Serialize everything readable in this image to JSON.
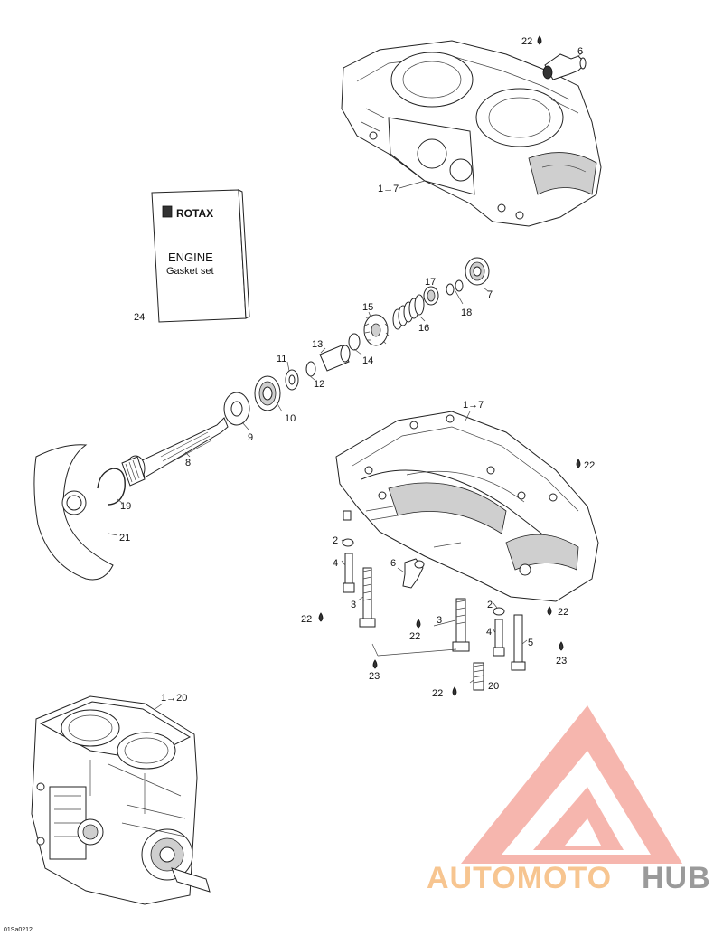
{
  "booklet": {
    "brand": "ROTAX",
    "title": "ENGINE",
    "subtitle": "Gasket set",
    "ref": "24"
  },
  "callouts": {
    "c22_top": "22",
    "c6_top": "6",
    "c1to7_top": "1→7",
    "c17": "17",
    "c7": "7",
    "c18": "18",
    "c15": "15",
    "c16": "16",
    "c13": "13",
    "c14": "14",
    "c11": "11",
    "c12": "12",
    "c10": "10",
    "c9": "9",
    "c8": "8",
    "c19": "19",
    "c21": "21",
    "c1to7_mid": "1→7",
    "c22_right": "22",
    "c2_left": "2",
    "c4_left": "4",
    "c6_mid": "6",
    "c3_left": "3",
    "c22_left": "22",
    "c3_mid": "3",
    "c22_mid": "22",
    "c2_right": "2",
    "c4_right": "4",
    "c22_right2": "22",
    "c5": "5",
    "c23_right": "23",
    "c23_left": "23",
    "c22_bottom": "22",
    "c20": "20",
    "c1to20": "1→20"
  },
  "drawing_code": "01Sa0212",
  "watermark": {
    "part1": "AUTOMOTO",
    "part2": "HUB",
    "color_primary": "#f4a9a0",
    "color_secondary": "#f7c590",
    "color_tertiary": "#9a9a9a"
  }
}
